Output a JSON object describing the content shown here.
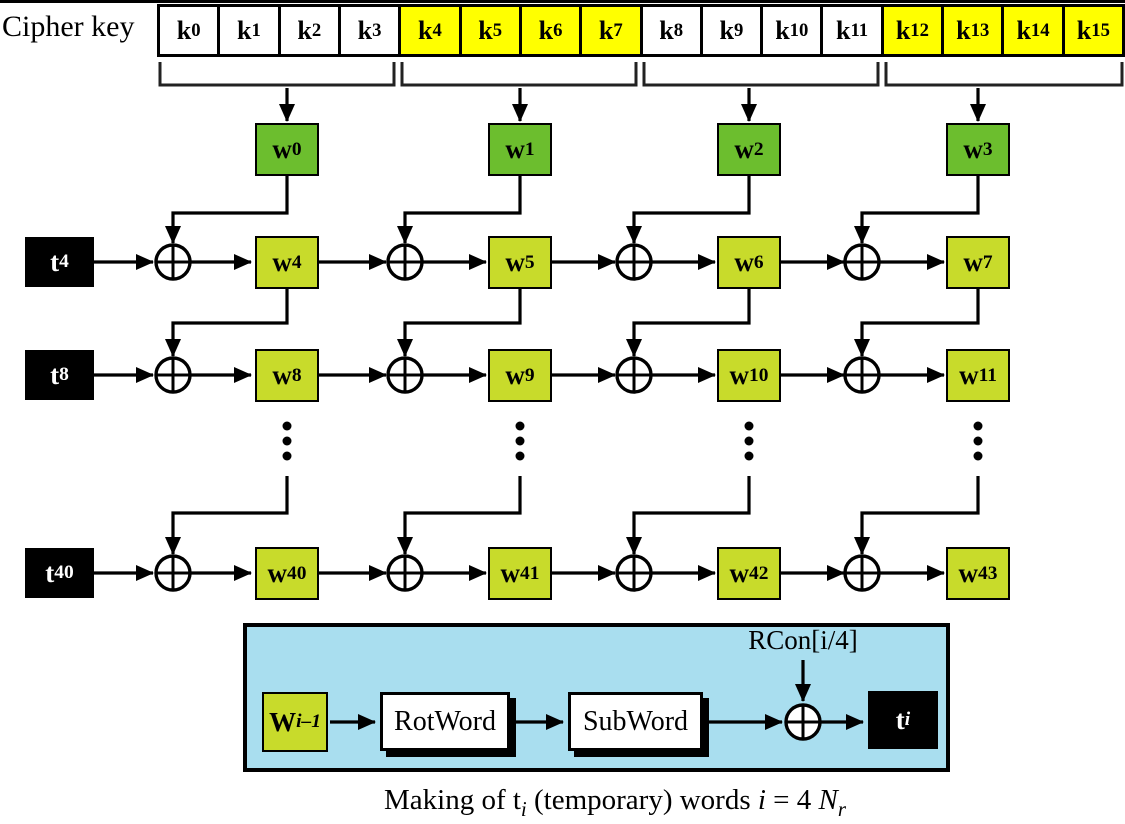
{
  "colors": {
    "yellow": "#FFFF00",
    "white": "#FFFFFF",
    "green_dark": "#6CBE2E",
    "green_light": "#C8DB2B",
    "panel_blue": "#A9DEEF"
  },
  "cipher_key_label": "Cipher key",
  "key_cells": [
    {
      "base": "k",
      "sub": "0",
      "fill": "#FFFFFF"
    },
    {
      "base": "k",
      "sub": "1",
      "fill": "#FFFFFF"
    },
    {
      "base": "k",
      "sub": "2",
      "fill": "#FFFFFF"
    },
    {
      "base": "k",
      "sub": "3",
      "fill": "#FFFFFF"
    },
    {
      "base": "k",
      "sub": "4",
      "fill": "#FFFF00"
    },
    {
      "base": "k",
      "sub": "5",
      "fill": "#FFFF00"
    },
    {
      "base": "k",
      "sub": "6",
      "fill": "#FFFF00"
    },
    {
      "base": "k",
      "sub": "7",
      "fill": "#FFFF00"
    },
    {
      "base": "k",
      "sub": "8",
      "fill": "#FFFFFF"
    },
    {
      "base": "k",
      "sub": "9",
      "fill": "#FFFFFF"
    },
    {
      "base": "k",
      "sub": "10",
      "fill": "#FFFFFF"
    },
    {
      "base": "k",
      "sub": "11",
      "fill": "#FFFFFF"
    },
    {
      "base": "k",
      "sub": "12",
      "fill": "#FFFF00"
    },
    {
      "base": "k",
      "sub": "13",
      "fill": "#FFFF00"
    },
    {
      "base": "k",
      "sub": "14",
      "fill": "#FFFF00"
    },
    {
      "base": "k",
      "sub": "15",
      "fill": "#FFFF00"
    }
  ],
  "w_top_boxes": [
    {
      "base": "w",
      "sub": "0"
    },
    {
      "base": "w",
      "sub": "1"
    },
    {
      "base": "w",
      "sub": "2"
    },
    {
      "base": "w",
      "sub": "3"
    }
  ],
  "rows": [
    {
      "t": {
        "base": "t",
        "sub": "4"
      },
      "w": [
        {
          "base": "w",
          "sub": "4"
        },
        {
          "base": "w",
          "sub": "5"
        },
        {
          "base": "w",
          "sub": "6"
        },
        {
          "base": "w",
          "sub": "7"
        }
      ]
    },
    {
      "t": {
        "base": "t",
        "sub": "8"
      },
      "w": [
        {
          "base": "w",
          "sub": "8"
        },
        {
          "base": "w",
          "sub": "9"
        },
        {
          "base": "w",
          "sub": "10"
        },
        {
          "base": "w",
          "sub": "11"
        }
      ]
    },
    {
      "t": {
        "base": "t",
        "sub": "40"
      },
      "w": [
        {
          "base": "w",
          "sub": "40"
        },
        {
          "base": "w",
          "sub": "41"
        },
        {
          "base": "w",
          "sub": "42"
        },
        {
          "base": "w",
          "sub": "43"
        }
      ]
    }
  ],
  "panel": {
    "w_input": {
      "base": "W",
      "sub": "i–1"
    },
    "rotword": "RotWord",
    "subword": "SubWord",
    "rcon": "RCon[i/4]",
    "t_output": {
      "base": "t",
      "sub": "i"
    }
  },
  "caption": {
    "p1": "Making of t",
    "s1": "i",
    "p2": " (temporary) words ",
    "p3": "i",
    "p4": " = 4 ",
    "p5": "N",
    "s2": "r"
  }
}
